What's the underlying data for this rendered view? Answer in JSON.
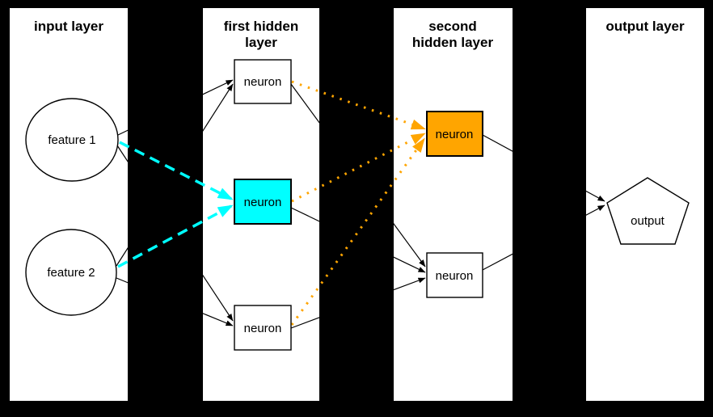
{
  "colors": {
    "background": "#000000",
    "panel": "#ffffff",
    "border": "#000000",
    "text": "#000000",
    "edge": "#000000",
    "cyan": "#00ffff",
    "orange": "#ffa500"
  },
  "diagram": {
    "type": "feedforward-neural-network",
    "layers": [
      {
        "name": "input layer",
        "title": [
          "input layer"
        ]
      },
      {
        "name": "first hidden layer",
        "title": [
          "first hidden",
          "layer"
        ]
      },
      {
        "name": "second hidden layer",
        "title": [
          "second",
          "hidden layer"
        ]
      },
      {
        "name": "output layer",
        "title": [
          "output layer"
        ]
      }
    ],
    "nodes": {
      "feature1": {
        "label": "feature 1",
        "shape": "circle",
        "fill": "#ffffff"
      },
      "feature2": {
        "label": "feature 2",
        "shape": "circle",
        "fill": "#ffffff"
      },
      "hidden1_top": {
        "label": "neuron",
        "shape": "box",
        "fill": "#ffffff"
      },
      "hidden1_middle": {
        "label": "neuron",
        "shape": "box",
        "fill": "#00ffff"
      },
      "hidden1_bottom": {
        "label": "neuron",
        "shape": "box",
        "fill": "#ffffff"
      },
      "hidden2_top": {
        "label": "neuron",
        "shape": "box",
        "fill": "#ffa500"
      },
      "hidden2_bottom": {
        "label": "neuron",
        "shape": "box",
        "fill": "#ffffff"
      },
      "output": {
        "label": "output",
        "shape": "pentagon",
        "fill": "#ffffff"
      }
    },
    "edges": [
      {
        "from": "feature1",
        "to": "hidden1_top",
        "style": "solid",
        "color": "#000000"
      },
      {
        "from": "feature1",
        "to": "hidden1_middle",
        "style": "dashed",
        "color": "#00ffff"
      },
      {
        "from": "feature1",
        "to": "hidden1_bottom",
        "style": "solid",
        "color": "#000000"
      },
      {
        "from": "feature2",
        "to": "hidden1_top",
        "style": "solid",
        "color": "#000000"
      },
      {
        "from": "feature2",
        "to": "hidden1_middle",
        "style": "dashed",
        "color": "#00ffff"
      },
      {
        "from": "feature2",
        "to": "hidden1_bottom",
        "style": "solid",
        "color": "#000000"
      },
      {
        "from": "hidden1_top",
        "to": "hidden2_top",
        "style": "dotted",
        "color": "#ffa500"
      },
      {
        "from": "hidden1_top",
        "to": "hidden2_bottom",
        "style": "solid",
        "color": "#000000"
      },
      {
        "from": "hidden1_middle",
        "to": "hidden2_top",
        "style": "dotted",
        "color": "#ffa500"
      },
      {
        "from": "hidden1_middle",
        "to": "hidden2_bottom",
        "style": "solid",
        "color": "#000000"
      },
      {
        "from": "hidden1_bottom",
        "to": "hidden2_top",
        "style": "dotted",
        "color": "#ffa500"
      },
      {
        "from": "hidden1_bottom",
        "to": "hidden2_bottom",
        "style": "solid",
        "color": "#000000"
      },
      {
        "from": "hidden2_top",
        "to": "output",
        "style": "solid",
        "color": "#000000"
      },
      {
        "from": "hidden2_bottom",
        "to": "output",
        "style": "solid",
        "color": "#000000"
      }
    ]
  }
}
